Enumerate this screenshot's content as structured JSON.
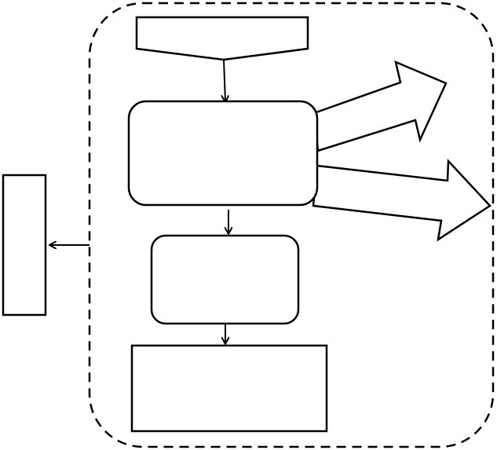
{
  "diagram": {
    "stroke_color": "#000000",
    "fill_color": "#ffffff",
    "boundary_style": "dashed",
    "nodes": [
      {
        "id": "input-trapezoid",
        "label": ""
      },
      {
        "id": "process-large",
        "label": ""
      },
      {
        "id": "process-small",
        "label": ""
      },
      {
        "id": "output-rectangle",
        "label": ""
      },
      {
        "id": "external-rectangle",
        "label": ""
      }
    ],
    "outputs": [
      {
        "id": "output-arrow-upper",
        "label": ""
      },
      {
        "id": "output-arrow-lower",
        "label": ""
      }
    ]
  }
}
